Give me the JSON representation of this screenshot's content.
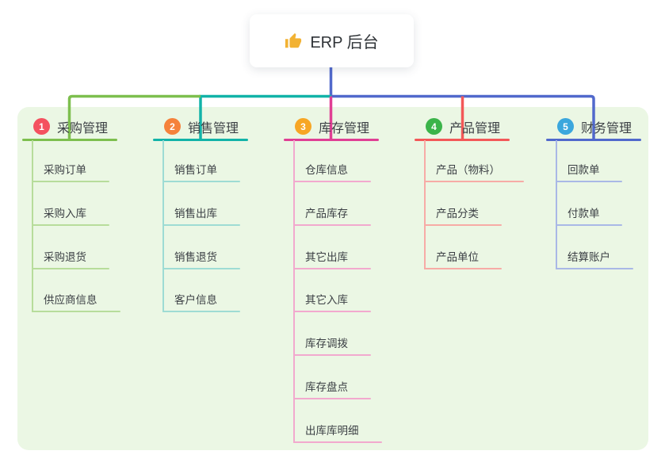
{
  "root": {
    "label": "ERP 后台",
    "icon": "thumbs-up-icon",
    "icon_color": "#f2b233",
    "line_color": "#5169cc"
  },
  "canvas": {
    "panel_bg": "#ebf7e4",
    "page_bg": "#ffffff",
    "text_color": "#3b3f44"
  },
  "branches": [
    {
      "num": "1",
      "label": "采购管理",
      "badge_color": "#f4515f",
      "line_color": "#7dbf4e",
      "child_line_color": "#b7dd9b",
      "children": [
        "采购订单",
        "采购入库",
        "采购退货",
        "供应商信息"
      ]
    },
    {
      "num": "2",
      "label": "销售管理",
      "badge_color": "#f5823b",
      "line_color": "#12b3a8",
      "child_line_color": "#9edcd4",
      "children": [
        "销售订单",
        "销售出库",
        "销售退货",
        "客户信息"
      ]
    },
    {
      "num": "3",
      "label": "库存管理",
      "badge_color": "#f7a624",
      "line_color": "#e03f94",
      "child_line_color": "#f2a9ce",
      "children": [
        "仓库信息",
        "产品库存",
        "其它出库",
        "其它入库",
        "库存调拨",
        "库存盘点",
        "出库库明细"
      ]
    },
    {
      "num": "4",
      "label": "产品管理",
      "badge_color": "#3bb44a",
      "line_color": "#f35858",
      "child_line_color": "#f7aba6",
      "children": [
        "产品（物料）",
        "产品分类",
        "产品单位"
      ]
    },
    {
      "num": "5",
      "label": "财务管理",
      "badge_color": "#3ba7dd",
      "line_color": "#5169cc",
      "child_line_color": "#a9b8e6",
      "children": [
        "回款单",
        "付款单",
        "结算账户"
      ]
    }
  ]
}
